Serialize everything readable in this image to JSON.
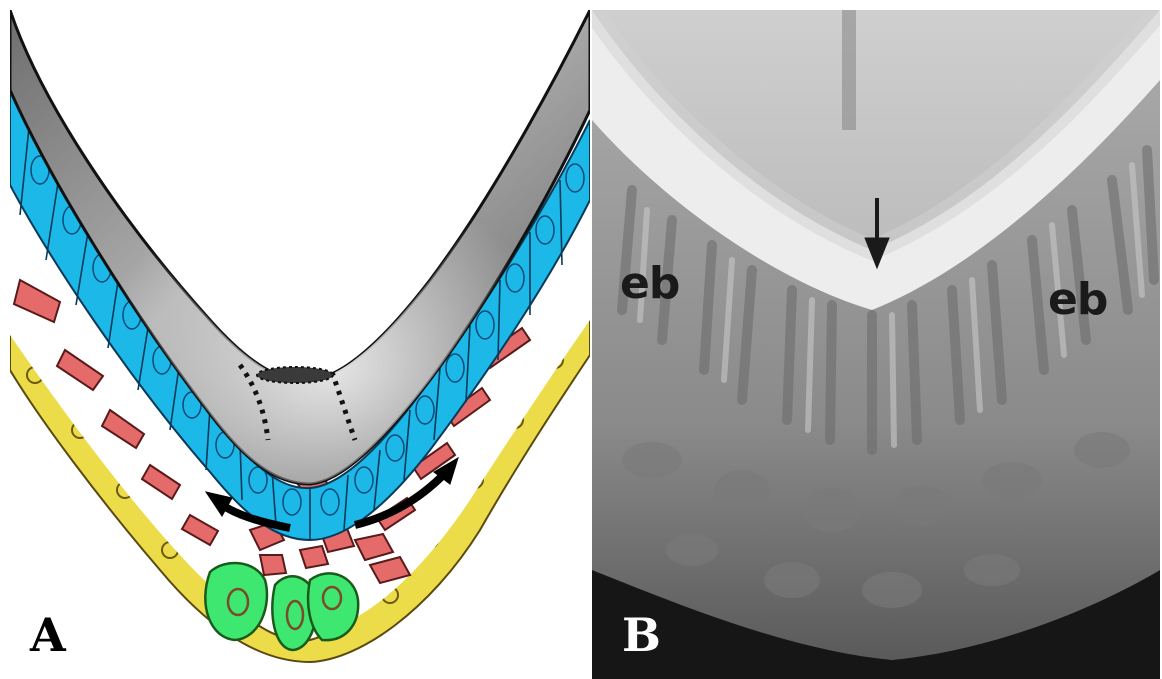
{
  "panels": [
    {
      "letter": "A",
      "type": "schematic-illustration",
      "colors": {
        "epithelium": "#1bb8e8",
        "mesenchyme": "#e56b6b",
        "outer-layer": "#ecdc4a",
        "bottom-cells": "#3ee870",
        "lumen": "#8f8f8f",
        "arrows": "#000000"
      }
    },
    {
      "letter": "B",
      "type": "scanning-electron-micrograph",
      "labels": [
        "eb",
        "eb"
      ]
    }
  ]
}
